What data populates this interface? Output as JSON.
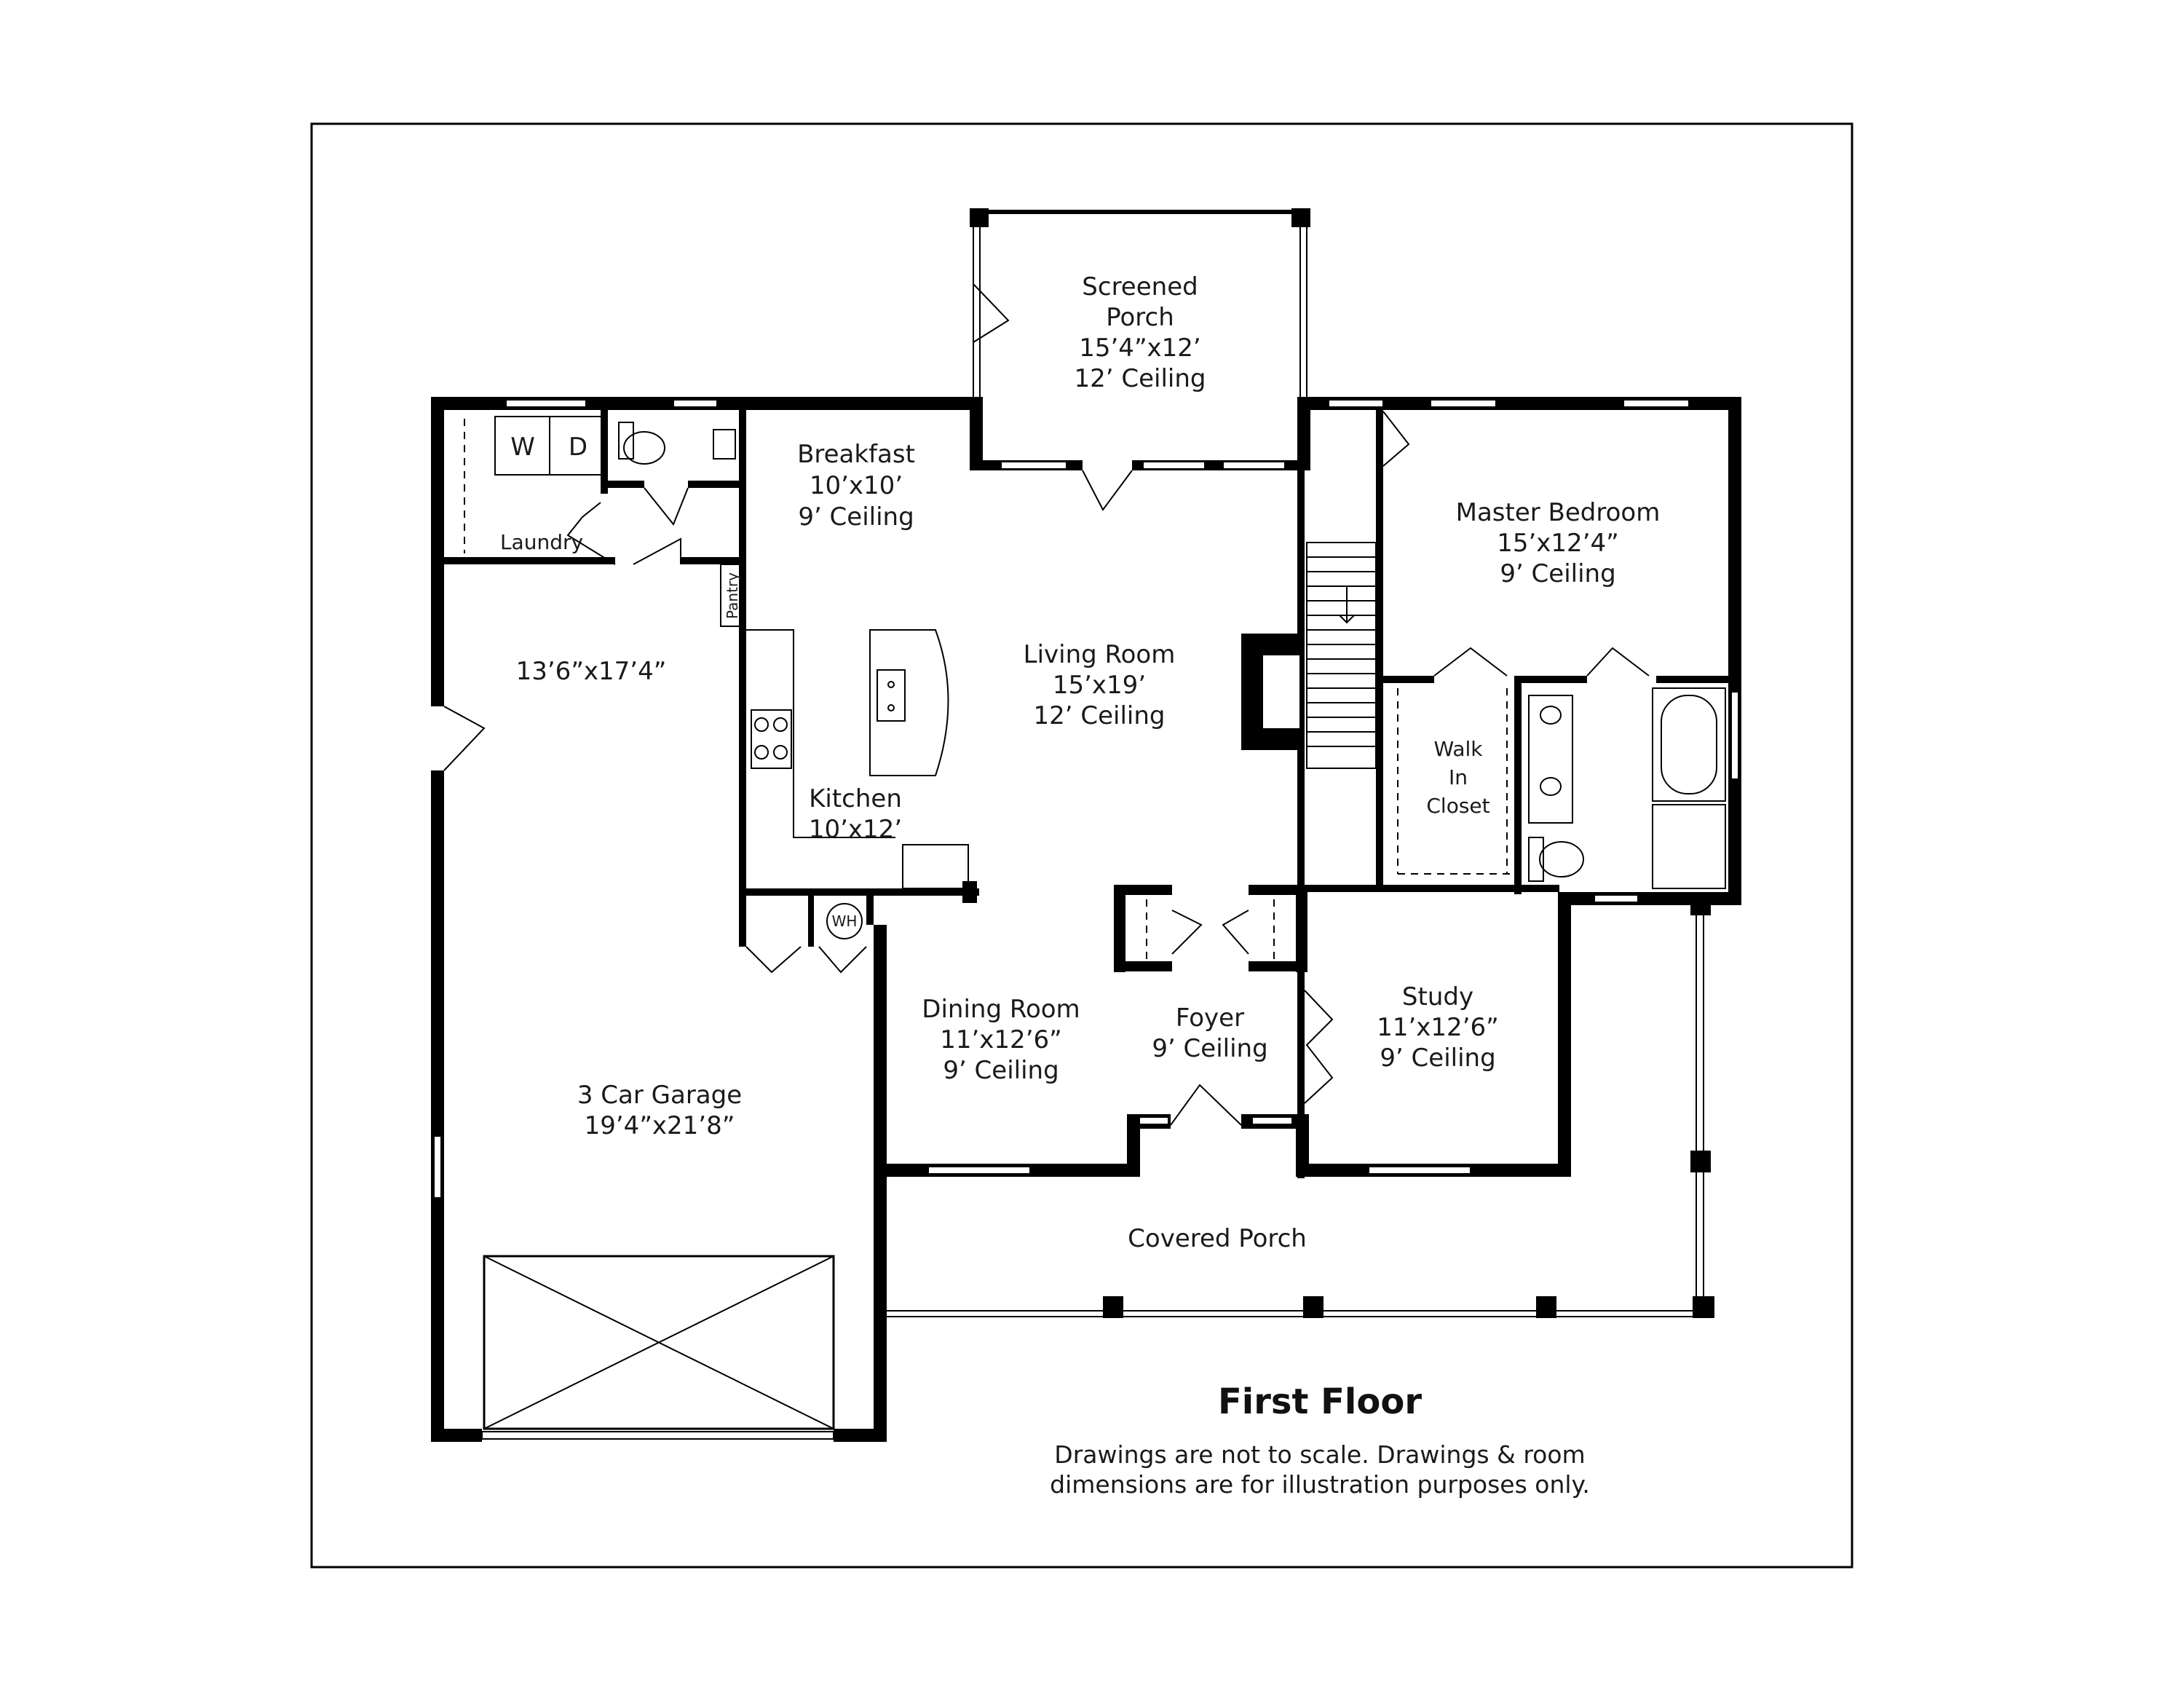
{
  "rooms": {
    "screened_porch": {
      "name_l1": "Screened",
      "name_l2": "Porch",
      "dims": "15’4”x12’",
      "ceiling": "12’ Ceiling"
    },
    "breakfast": {
      "name": "Breakfast",
      "dims": "10’x10’",
      "ceiling": "9’ Ceiling"
    },
    "laundry": {
      "name": "Laundry",
      "washer": "W",
      "dryer": "D"
    },
    "pantry": {
      "name": "Pantry"
    },
    "mudroom": {
      "dims": "13’6”x17’4”"
    },
    "living_room": {
      "name": "Living Room",
      "dims": "15’x19’",
      "ceiling": "12’ Ceiling"
    },
    "kitchen": {
      "name": "Kitchen",
      "dims": "10’x12’"
    },
    "master_bedroom": {
      "name": "Master Bedroom",
      "dims": "15’x12’4”",
      "ceiling": "9’ Ceiling"
    },
    "walk_in_closet": {
      "l1": "Walk",
      "l2": "In",
      "l3": "Closet"
    },
    "water_heater": {
      "label": "WH"
    },
    "dining_room": {
      "name": "Dining Room",
      "dims": "11’x12’6”",
      "ceiling": "9’ Ceiling"
    },
    "foyer": {
      "name": "Foyer",
      "ceiling": "9’ Ceiling"
    },
    "study": {
      "name": "Study",
      "dims": "11’x12’6”",
      "ceiling": "9’ Ceiling"
    },
    "garage": {
      "name": "3 Car Garage",
      "dims": "19’4”x21’8”"
    },
    "covered_porch": {
      "name": "Covered Porch"
    }
  },
  "floor_title": "First Floor",
  "disclaimer": {
    "line1": "Drawings are not to scale. Drawings & room",
    "line2": "dimensions are for illustration purposes only."
  }
}
